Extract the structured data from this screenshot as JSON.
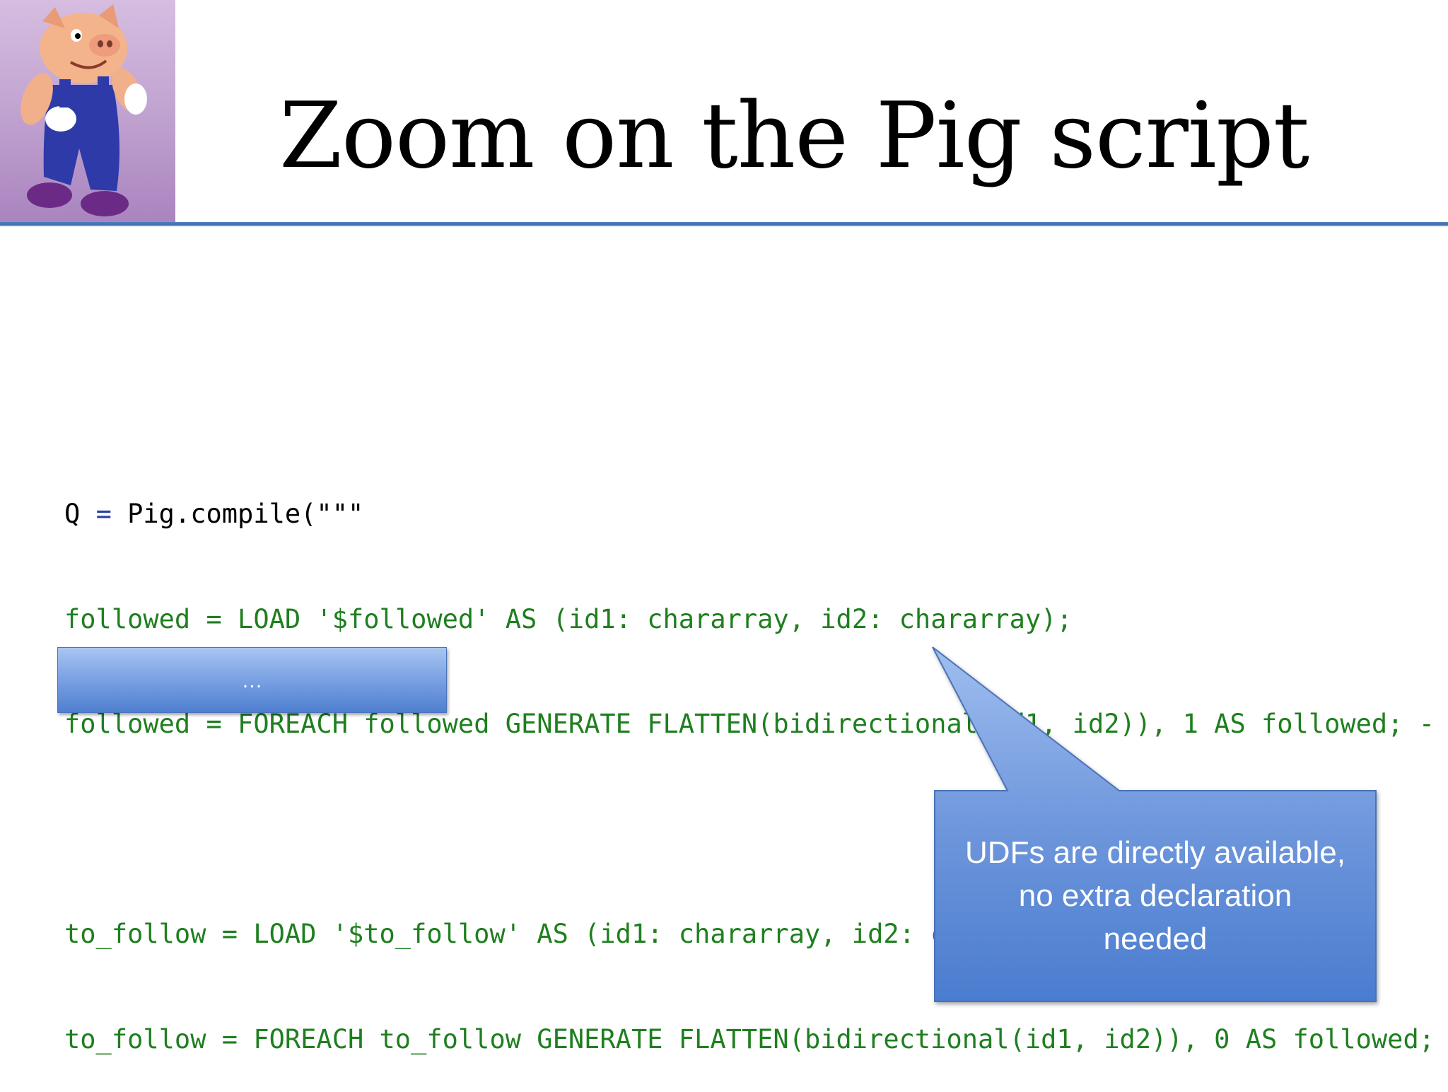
{
  "slide": {
    "title": "Zoom on the Pig script"
  },
  "logo": {
    "icon": "pig-mascot-icon",
    "background_color": "#c3a6d2"
  },
  "code_block": {
    "lines": [
      {
        "lhs": "Q",
        "rest": " Pig.compile(\"\"\""
      },
      {
        "lhs": "followed",
        "rest": " LOAD '$followed' AS (id1: chararray, id2: chararray);"
      },
      {
        "lhs": "followed",
        "rest": " FOREACH followed GENERATE FLATTEN(bidirectional(id1, id2)), 1 AS followed; -"
      },
      {
        "lhs": "",
        "rest": ""
      },
      {
        "lhs": "to_follow",
        "rest": " LOAD '$to_follow' AS (id1: chararray, id2: chararray);"
      },
      {
        "lhs": "to_follow",
        "rest": " FOREACH to_follow GENERATE FLATTEN(bidirectional(id1, id2)), 0 AS followed;"
      }
    ],
    "equals_sign": "=",
    "code_color": "#1f7f1f"
  },
  "ellipsis_box": {
    "label": "…"
  },
  "callout": {
    "line1": "UDFs are directly available,",
    "line2": "no extra declaration",
    "line3": "needed",
    "fill_color": "#5d8ad6"
  },
  "accent_color": "#4f7fbf"
}
